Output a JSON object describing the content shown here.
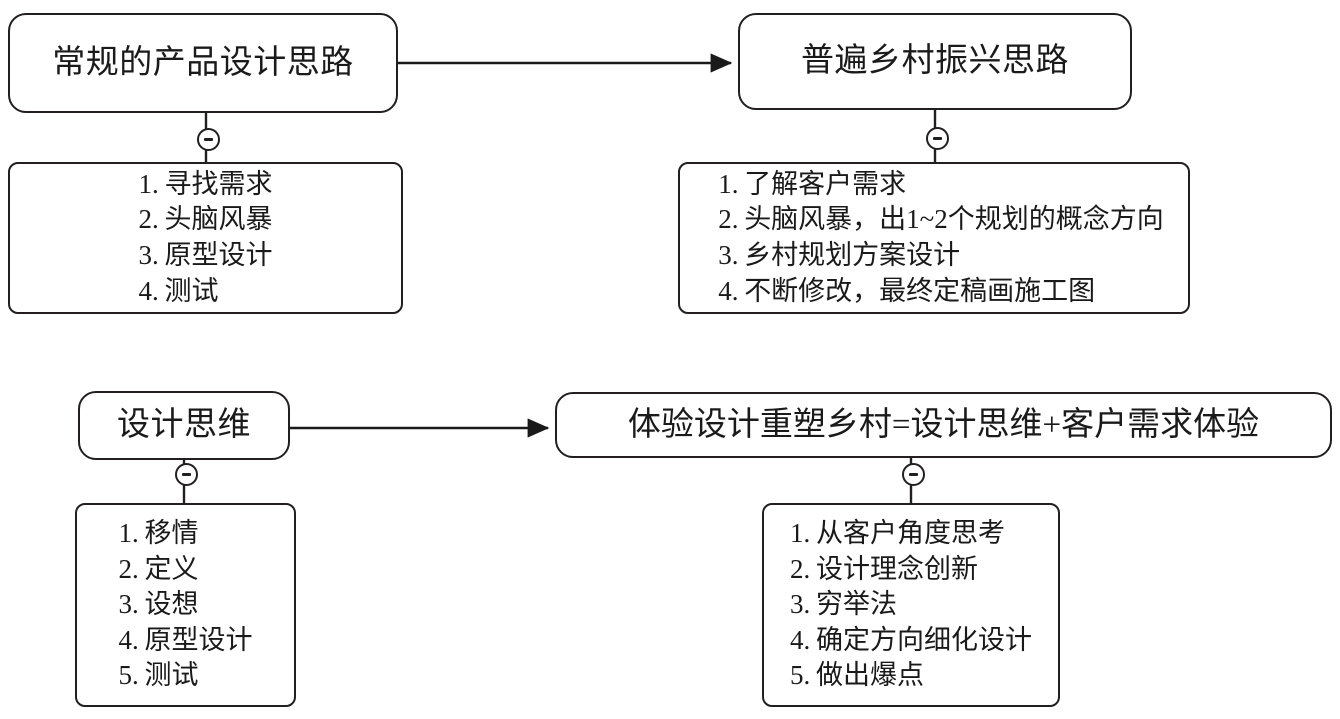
{
  "diagram": {
    "title_glyph": "mind-map",
    "stroke_color": "#231f20",
    "background_color": "#ffffff",
    "branches": [
      {
        "id": "conventional-product",
        "header": "常规的产品设计思路",
        "steps": [
          {
            "num": "1.",
            "text": "寻找需求"
          },
          {
            "num": "2.",
            "text": "头脑风暴"
          },
          {
            "num": "3.",
            "text": "原型设计"
          },
          {
            "num": "4.",
            "text": "测试"
          }
        ],
        "toggle": "minus"
      },
      {
        "id": "general-rural-revitalization",
        "header": "普遍乡村振兴思路",
        "steps": [
          {
            "num": "1.",
            "text": "了解客户需求"
          },
          {
            "num": "2.",
            "text": "头脑风暴，出1~2个规划的概念方向"
          },
          {
            "num": "3.",
            "text": "乡村规划方案设计"
          },
          {
            "num": "4.",
            "text": "不断修改，最终定稿画施工图"
          }
        ],
        "toggle": "minus"
      },
      {
        "id": "design-thinking",
        "header": "设计思维",
        "steps": [
          {
            "num": "1.",
            "text": "移情"
          },
          {
            "num": "2.",
            "text": "定义"
          },
          {
            "num": "3.",
            "text": "设想"
          },
          {
            "num": "4.",
            "text": "原型设计"
          },
          {
            "num": "5.",
            "text": "测试"
          }
        ],
        "toggle": "minus"
      },
      {
        "id": "experience-design-rural",
        "header": "体验设计重塑乡村=设计思维+客户需求体验",
        "steps": [
          {
            "num": "1.",
            "text": "从客户角度思考"
          },
          {
            "num": "2.",
            "text": "设计理念创新"
          },
          {
            "num": "3.",
            "text": "穷举法"
          },
          {
            "num": "4.",
            "text": "确定方向细化设计"
          },
          {
            "num": "5.",
            "text": "做出爆点"
          }
        ],
        "toggle": "minus"
      }
    ],
    "connectors": [
      {
        "from": "conventional-product",
        "to": "general-rural-revitalization",
        "style": "arrow"
      },
      {
        "from": "design-thinking",
        "to": "experience-design-rural",
        "style": "arrow"
      }
    ]
  }
}
